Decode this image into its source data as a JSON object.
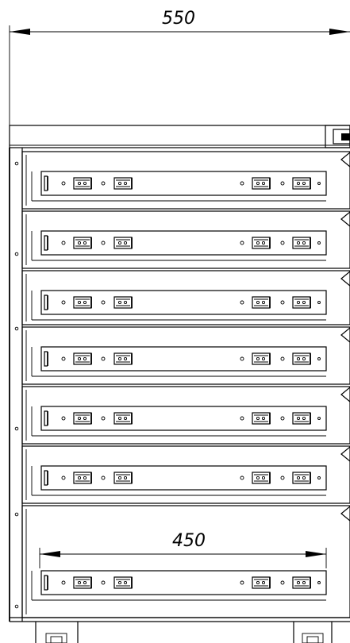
{
  "dimensions": {
    "overall_width": "550",
    "drawer_inner_width": "450"
  },
  "drawers": {
    "count": 7,
    "rails_per_drawer": 2
  },
  "colors": {
    "line": "#000000",
    "background": "#ffffff"
  }
}
